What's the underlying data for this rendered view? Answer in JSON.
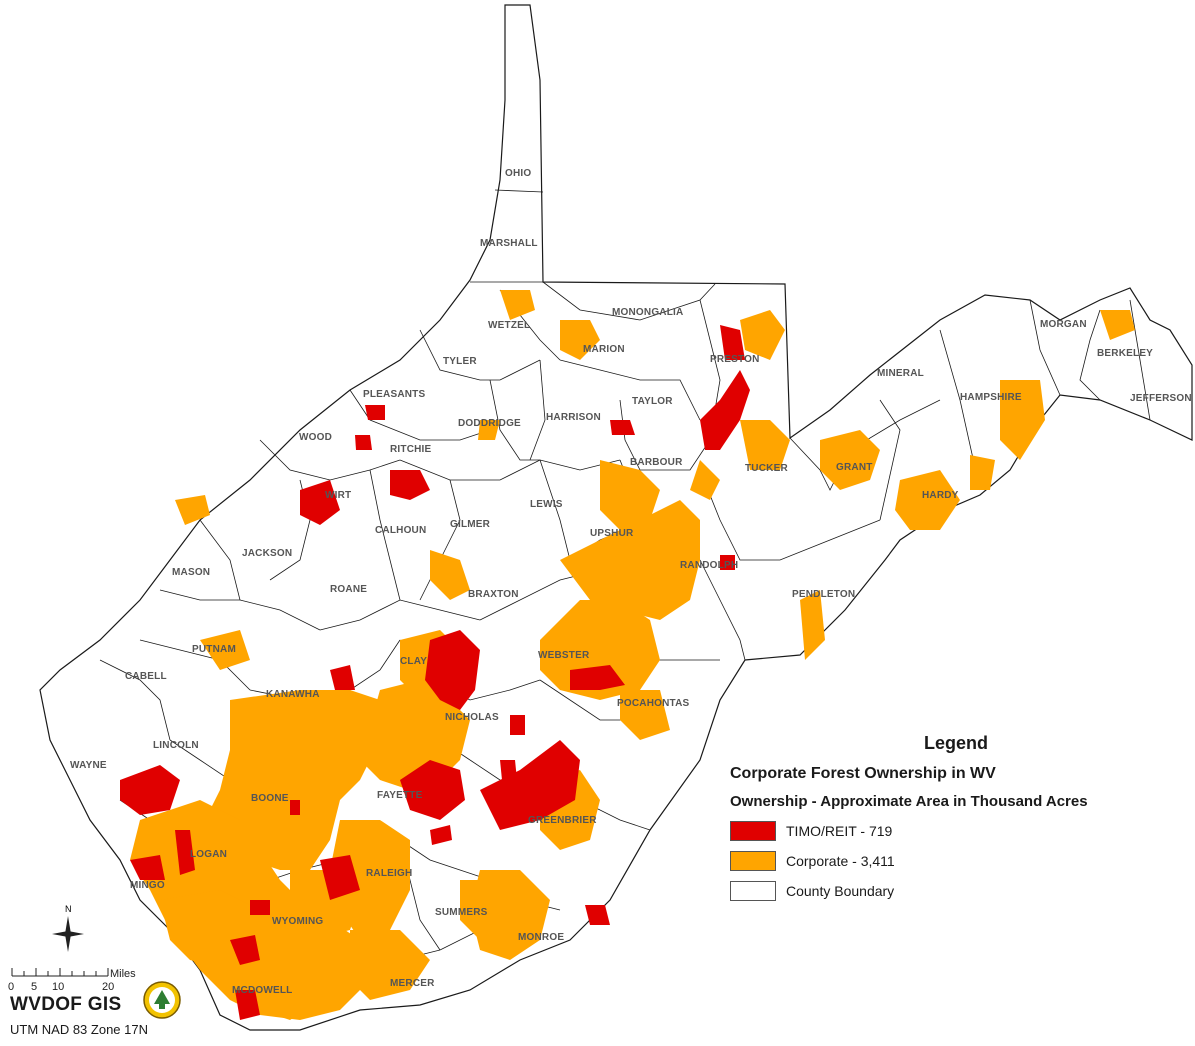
{
  "map": {
    "counties": [
      "OHIO",
      "MARSHALL",
      "WETZEL",
      "MONONGALIA",
      "PRESTON",
      "MARION",
      "TYLER",
      "PLEASANTS",
      "TAYLOR",
      "HARRISON",
      "DODDRIDGE",
      "WOOD",
      "RITCHIE",
      "BARBOUR",
      "TUCKER",
      "MINERAL",
      "HAMPSHIRE",
      "MORGAN",
      "BERKELEY",
      "JEFFERSON",
      "GRANT",
      "HARDY",
      "WIRT",
      "CALHOUN",
      "GILMER",
      "LEWIS",
      "UPSHUR",
      "RANDOLPH",
      "JACKSON",
      "MASON",
      "ROANE",
      "BRAXTON",
      "PENDLETON",
      "PUTNAM",
      "CABELL",
      "CLAY",
      "WEBSTER",
      "KANAWHA",
      "NICHOLAS",
      "POCAHONTAS",
      "LINCOLN",
      "WAYNE",
      "BOONE",
      "FAYETTE",
      "GREENBRIER",
      "LOGAN",
      "MINGO",
      "RALEIGH",
      "WYOMING",
      "SUMMERS",
      "MONROE",
      "MCDOWELL",
      "MERCER"
    ],
    "colors": {
      "timo": "#e00000",
      "corporate": "#ffa500",
      "boundary": "#1a1a1a",
      "background": "#ffffff"
    }
  },
  "legend": {
    "title": "Legend",
    "subtitle": "Corporate Forest Ownership in WV",
    "subtitle2": "Ownership - Approximate Area in Thousand Acres",
    "items": [
      {
        "label": "TIMO/REIT - 719",
        "color": "#e00000"
      },
      {
        "label": "Corporate - 3,411",
        "color": "#ffa500"
      },
      {
        "label": "County Boundary",
        "color": "#ffffff"
      }
    ]
  },
  "compass": {
    "label": "N"
  },
  "scale": {
    "ticks": [
      "0",
      "5",
      "10",
      "20"
    ],
    "unit": "Miles"
  },
  "credits": {
    "org": "WVDOF GIS",
    "projection": "UTM NAD 83 Zone 17N"
  }
}
